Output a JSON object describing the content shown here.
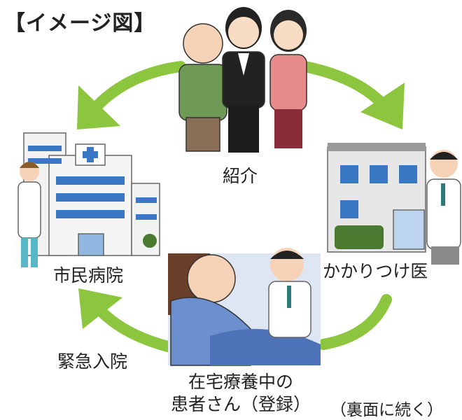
{
  "title": "【イメージ図】",
  "labels": {
    "introduction": "紹介",
    "city_hospital": "市民病院",
    "family_doctor": "かかりつけ医",
    "emergency_admission": "緊急入院",
    "patient_line1": "在宅療養中の",
    "patient_line2": "患者さん（登録）",
    "continued": "（裏面に続く）"
  },
  "colors": {
    "arrow": "#8cc63f",
    "building_wall": "#f2f2f2",
    "window": "#3a78c3",
    "bed": "#6b8fcf",
    "coat": "#ffffff"
  }
}
